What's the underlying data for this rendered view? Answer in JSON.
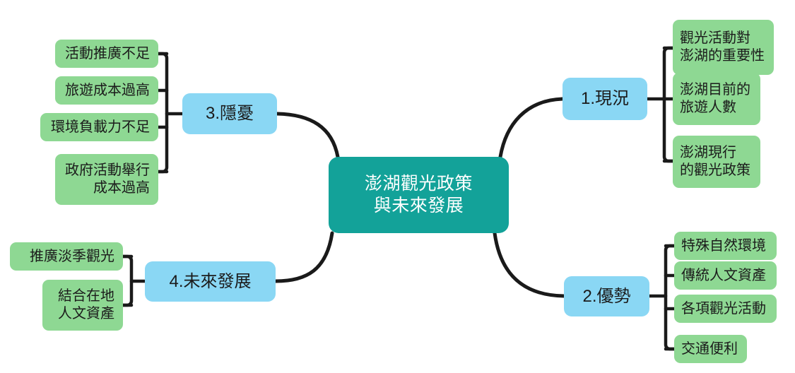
{
  "diagram": {
    "type": "mind-map",
    "title": "澎湖觀光政策與未來發展",
    "colors": {
      "root": "#13a299",
      "branch": "#8ad7f4",
      "leaf": "#8ed893",
      "edge": "#1a1a1a",
      "root_text": "#ffffff",
      "node_text": "#1b1b1b",
      "background": "#ffffff"
    },
    "root": {
      "label": "澎湖觀光政策\n與未來發展"
    },
    "branches": [
      {
        "label": "1.現況",
        "side": "right",
        "children": [
          {
            "label": "觀光活動對\n澎湖的重要性"
          },
          {
            "label": "澎湖目前的\n旅遊人數"
          },
          {
            "label": "澎湖現行\n的觀光政策"
          }
        ]
      },
      {
        "label": "2.優勢",
        "side": "right",
        "children": [
          {
            "label": "特殊自然環境"
          },
          {
            "label": "傳統人文資產"
          },
          {
            "label": "各項觀光活動"
          },
          {
            "label": "交通便利"
          }
        ]
      },
      {
        "label": "3.隱憂",
        "side": "left",
        "children": [
          {
            "label": "活動推廣不足"
          },
          {
            "label": "旅遊成本過高"
          },
          {
            "label": "環境負載力不足"
          },
          {
            "label": "政府活動舉行\n成本過高"
          }
        ]
      },
      {
        "label": "4.未來發展",
        "side": "left",
        "children": [
          {
            "label": "推廣淡季觀光"
          },
          {
            "label": "結合在地\n人文資產"
          }
        ]
      }
    ]
  }
}
